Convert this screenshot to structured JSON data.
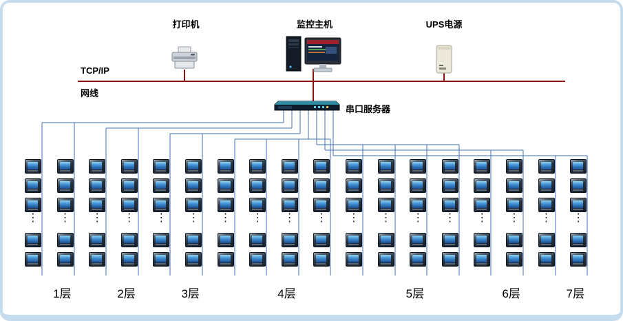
{
  "diagram": {
    "labels": {
      "printer": "打印机",
      "host": "监控主机",
      "ups": "UPS电源",
      "serial_server": "串口服务器",
      "tcpip": "TCP/IP",
      "cable": "网线"
    },
    "colors": {
      "bus_red": "#8e1212",
      "wire_blue": "#3f6fb5",
      "frame_blue": "#c5dcee"
    },
    "ellipsis": "⋮",
    "meters_visible_per_column": 5,
    "floors": [
      {
        "label": "1层",
        "columns": 2
      },
      {
        "label": "2层",
        "columns": 2
      },
      {
        "label": "3层",
        "columns": 2
      },
      {
        "label": "4层",
        "columns": 4
      },
      {
        "label": "5层",
        "columns": 4
      },
      {
        "label": "6层",
        "columns": 2
      },
      {
        "label": "7层",
        "columns": 2
      }
    ]
  }
}
